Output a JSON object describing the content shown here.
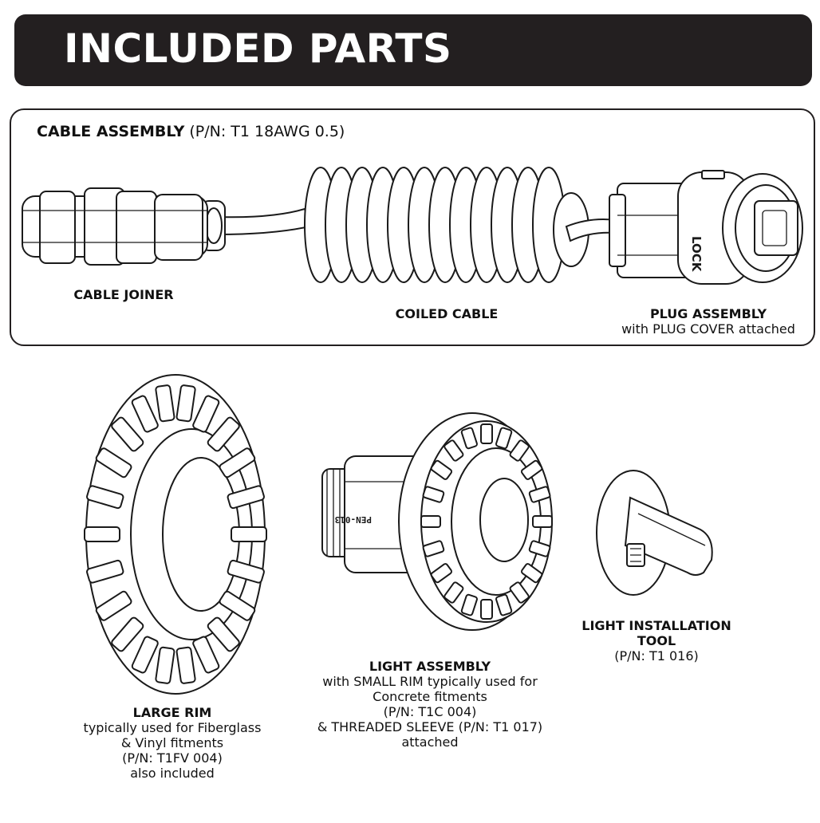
{
  "header": {
    "title": "INCLUDED PARTS"
  },
  "cable_assembly": {
    "title": "CABLE ASSEMBLY",
    "part_number": "(P/N: T1 18AWG 0.5)",
    "cable_joiner": "CABLE JOINER",
    "coiled_cable": "COILED CABLE",
    "plug_assembly": "PLUG ASSEMBLY",
    "plug_assembly_note": "with PLUG COVER attached",
    "plug_text": "LOCK"
  },
  "large_rim": {
    "title": "LARGE RIM",
    "line1": "typically used for Fiberglass",
    "line2": "& Vinyl fitments",
    "line3": "(P/N: T1FV 004)",
    "line4": "also included"
  },
  "light_assembly": {
    "title": "LIGHT ASSEMBLY",
    "line1": "with SMALL RIM typically used for",
    "line2": "Concrete fitments",
    "line3": "(P/N: T1C 004)",
    "line4": "& THREADED SLEEVE (P/N: T1 017)",
    "line5": "attached",
    "sleeve_text": "PEN-013"
  },
  "install_tool": {
    "title_line1": "LIGHT INSTALLATION",
    "title_line2": "TOOL",
    "part_number": "(P/N: T1 016)"
  }
}
